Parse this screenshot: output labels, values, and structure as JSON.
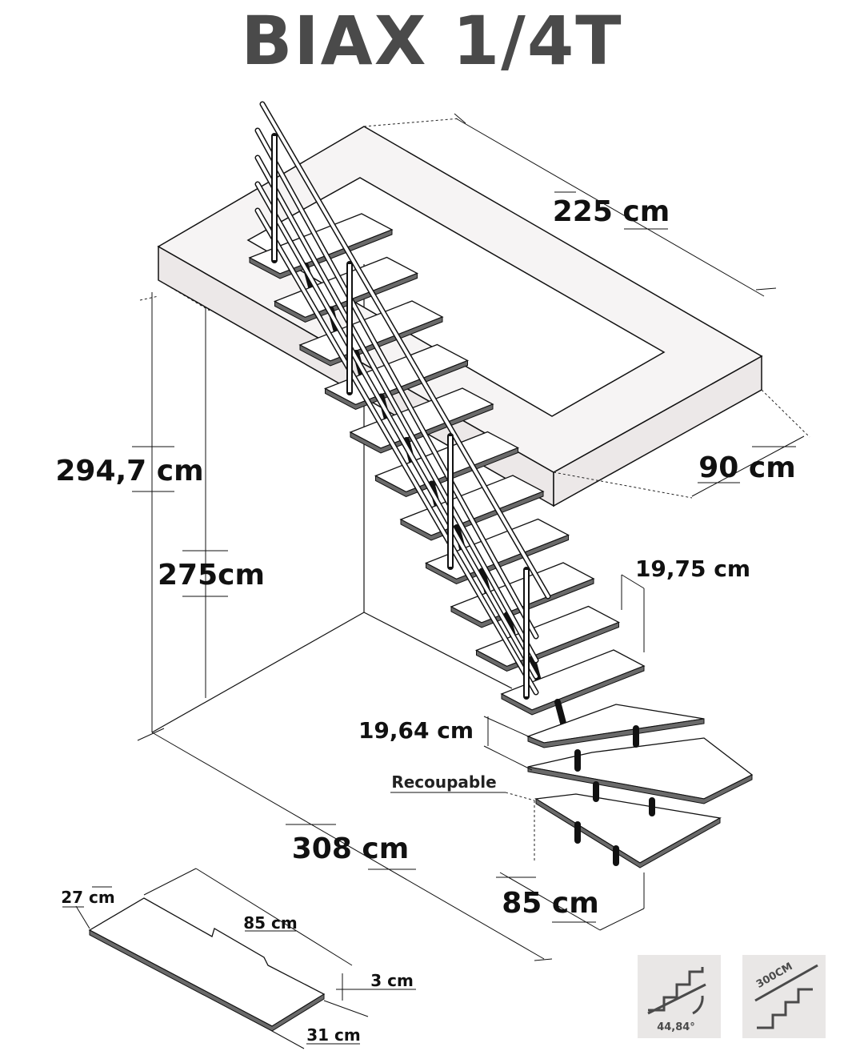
{
  "title": "BIAX 1/4T",
  "dimensions": {
    "length_upper": "225 cm",
    "width_upper": "90 cm",
    "total_height": "294,7 cm",
    "floor_height": "275cm",
    "riser_top": "19,75 cm",
    "riser_bottom": "19,64 cm",
    "footprint_length": "308 cm",
    "footprint_width": "85 cm",
    "cut_note": "Recoupable"
  },
  "tread_detail": {
    "depth_narrow": "27 cm",
    "length": "85 cm",
    "thickness": "3 cm",
    "depth_wide": "31 cm"
  },
  "badges": {
    "angle": "44,84°",
    "handrail": "300CM"
  }
}
